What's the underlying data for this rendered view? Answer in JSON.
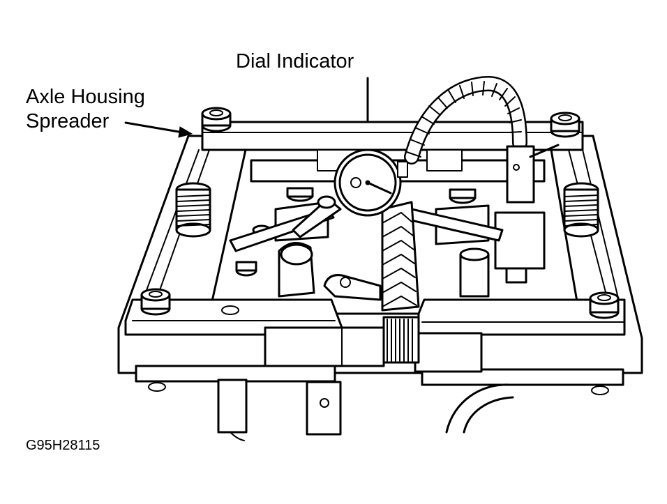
{
  "labels": {
    "dial_indicator": "Dial Indicator",
    "axle_housing_line1": "Axle Housing",
    "axle_housing_line2": "Spreader",
    "figure_code": "G95H28115"
  },
  "colors": {
    "ink": "#000000",
    "paper": "#ffffff"
  }
}
